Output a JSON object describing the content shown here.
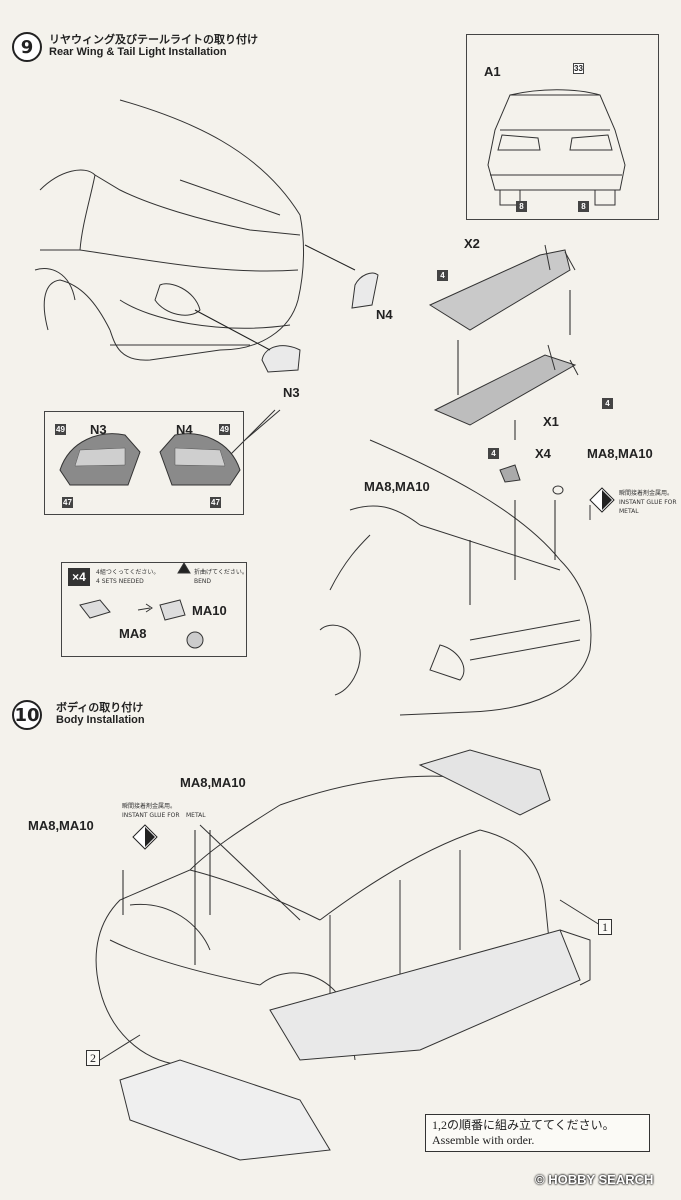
{
  "step9": {
    "number": "9",
    "title_jp": "リヤウィング及びテールライトの取り付け",
    "title_en": "Rear Wing & Tail Light Installation"
  },
  "step10": {
    "number": "10",
    "title_jp": "ボディの取り付け",
    "title_en": "Body Installation"
  },
  "inset_rear": {
    "a1": "A1",
    "n33": "33",
    "n8a": "8",
    "n8b": "8"
  },
  "parts": {
    "n4": "N4",
    "n3": "N3",
    "x2": "X2",
    "x1": "X1",
    "x4": "X4",
    "four_a": "4",
    "four_b": "4",
    "four_c": "4",
    "ma8_ma10_right": "MA8,MA10",
    "ma8_ma10_mid": "MA8,MA10",
    "ma8_ma10_s10_left": "MA8,MA10",
    "ma8_ma10_s10_top": "MA8,MA10"
  },
  "glue_note": {
    "jp": "瞬間接着剤金属用。",
    "en_1": "INSTANT GLUE FOR",
    "en_2": "METAL"
  },
  "taillight_box": {
    "left_label": "N3",
    "right_label": "N4",
    "c49a": "49",
    "c47a": "47",
    "c49b": "49",
    "c47b": "47"
  },
  "assembly_box": {
    "x4": "×4",
    "sets_jp": "4組つくってください。",
    "sets_en": "4 SETS NEEDED",
    "bend_jp": "折曲げてください。",
    "bend_en": "BEND",
    "ma8": "MA8",
    "ma10": "MA10"
  },
  "order": {
    "one": "1",
    "two": "2",
    "jp": "1,2の順番に組み立ててください。",
    "en": "Assemble with order."
  },
  "watermark": "© HOBBY SEARCH"
}
